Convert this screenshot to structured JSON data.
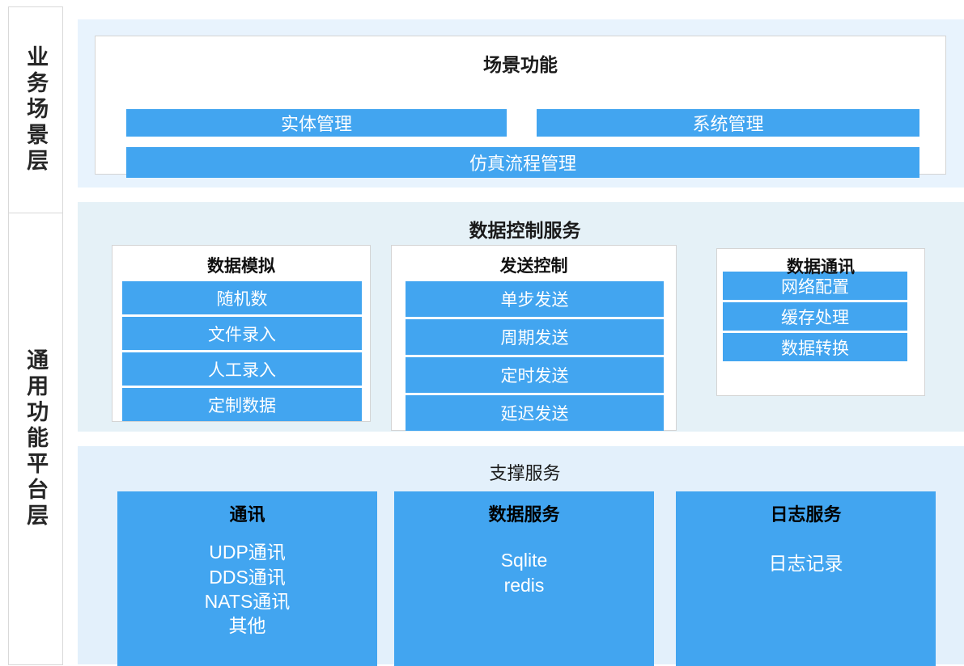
{
  "layers": [
    {
      "id": "business-scene-layer",
      "label": "业务场景层"
    },
    {
      "id": "common-function-platform-layer",
      "label": "通用功能平台层"
    }
  ],
  "colors": {
    "accent_blue": "#42a5f0",
    "panel_scene_bg": "#e8f3fd",
    "panel_data_bg": "#e5f1f7",
    "panel_support_bg": "#e3f0fb",
    "card_bg": "#ffffff",
    "card_border": "#d4d4d4",
    "text_dark": "#1a1a1a",
    "text_light": "#ffffff"
  },
  "scene_panel": {
    "title": "场景功能",
    "buttons": [
      {
        "id": "entity-management",
        "label": "实体管理"
      },
      {
        "id": "system-management",
        "label": "系统管理"
      },
      {
        "id": "simulation-flow-management",
        "label": "仿真流程管理"
      }
    ]
  },
  "data_control_panel": {
    "title": "数据控制服务",
    "cards": [
      {
        "id": "data-simulation",
        "title": "数据模拟",
        "items": [
          {
            "label": "随机数"
          },
          {
            "label": "文件录入"
          },
          {
            "label": "人工录入"
          },
          {
            "label": "定制数据"
          }
        ]
      },
      {
        "id": "send-control",
        "title": "发送控制",
        "items": [
          {
            "label": "单步发送"
          },
          {
            "label": "周期发送"
          },
          {
            "label": "定时发送"
          },
          {
            "label": "延迟发送"
          }
        ]
      },
      {
        "id": "data-communication",
        "title": "数据通讯",
        "items": [
          {
            "label": "网络配置"
          },
          {
            "label": "缓存处理"
          },
          {
            "label": "数据转换"
          }
        ]
      }
    ]
  },
  "support_panel": {
    "title": "支撑服务",
    "boxes": [
      {
        "id": "communication",
        "title": "通讯",
        "lines": "UDP通讯\nDDS通讯\nNATS通讯\n其他"
      },
      {
        "id": "data-service",
        "title": "数据服务",
        "lines": "Sqlite\nredis"
      },
      {
        "id": "log-service",
        "title": "日志服务",
        "lines": "日志记录"
      }
    ]
  }
}
